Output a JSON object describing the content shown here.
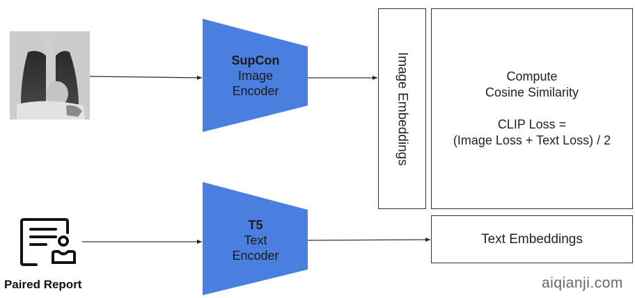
{
  "diagram": {
    "title": "CLIP-style contrastive training pipeline",
    "colors": {
      "encoder_fill": "#4a7fe0",
      "line": "#333333",
      "box_border": "#333333"
    },
    "inputs": {
      "xray": {
        "icon": "chest-xray-image"
      },
      "report": {
        "icon": "document-person-icon",
        "label": "Paired Report"
      }
    },
    "encoders": {
      "image": {
        "name": "SupCon",
        "line1": "Image",
        "line2": "Encoder"
      },
      "text": {
        "name": "T5",
        "line1": "Text",
        "line2": "Encoder"
      }
    },
    "image_embeddings": {
      "label": "Image Embeddings"
    },
    "text_embeddings": {
      "label": "Text Embeddings"
    },
    "loss_box": {
      "line1": "Compute",
      "line2": "Cosine Similarity",
      "line3": "CLIP Loss =",
      "line4": "(Image Loss + Text Loss) / 2"
    },
    "edges": [
      {
        "from": "xray",
        "to": "image-encoder"
      },
      {
        "from": "image-encoder",
        "to": "image-embeddings"
      },
      {
        "from": "report",
        "to": "text-encoder"
      },
      {
        "from": "text-encoder",
        "to": "text-embeddings"
      }
    ]
  },
  "watermark": "aiqianji.com"
}
